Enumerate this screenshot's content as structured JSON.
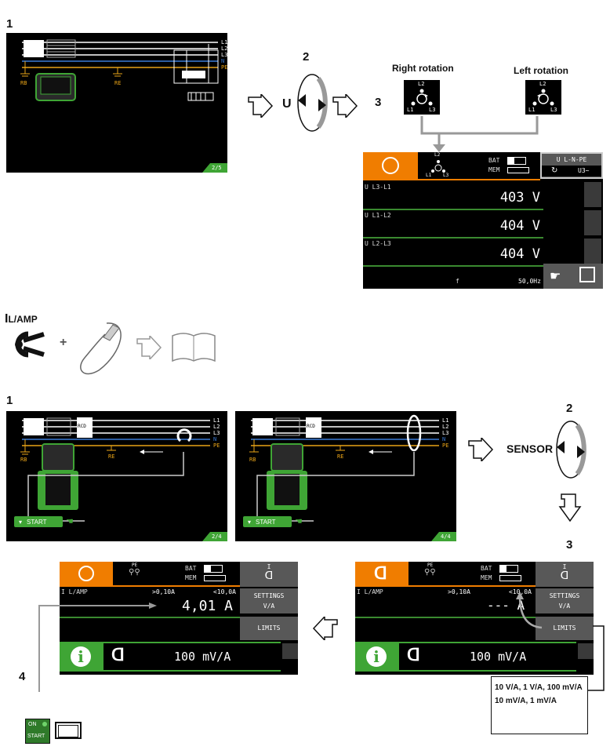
{
  "steps": {
    "s1_top": "1",
    "s2_top": "2",
    "s3_top": "3",
    "s1_bottom": "1",
    "s2_bottom": "2",
    "s3_bottom": "3",
    "s4_bottom": "4"
  },
  "diag1": {
    "lines": [
      "L1",
      "L2",
      "L3",
      "N",
      "PE"
    ],
    "rb": "RB",
    "re": "RE",
    "page": "2/5"
  },
  "rotary_top": {
    "label": "U"
  },
  "rotation": {
    "right_title": "Right rotation",
    "left_title": "Left rotation",
    "l1": "L1",
    "l2": "L2",
    "l3": "L3"
  },
  "voltage_screen": {
    "bat": "BAT",
    "mem": "MEM",
    "mode": "U L-N-PE",
    "mode_sub": "U3~",
    "l2": "L2",
    "l1": "L1",
    "l3": "L3",
    "rows": [
      {
        "label": "U L3-L1",
        "value": "403 V"
      },
      {
        "label": "U L1-L2",
        "value": "404 V"
      },
      {
        "label": "U L2-L3",
        "value": "404 V"
      }
    ],
    "f_label": "f",
    "freq": "50,0Hz"
  },
  "ilamp": {
    "title_main": "I",
    "title_sub": "L/AMP",
    "plus": "+"
  },
  "diag2": {
    "lines": [
      "L1",
      "L2",
      "L3",
      "N",
      "PE"
    ],
    "rb": "RB",
    "re": "RE",
    "rcd": "RCD",
    "start": "START",
    "page": "2/4"
  },
  "diag3": {
    "lines": [
      "L1",
      "L2",
      "L3",
      "N",
      "PE"
    ],
    "rb": "RB",
    "re": "RE",
    "rcd": "RCD",
    "start": "START",
    "page": "4/4"
  },
  "rotary_bottom": {
    "label": "SENSOR"
  },
  "screen_left": {
    "pe": "PE",
    "bat": "BAT",
    "mem": "MEM",
    "measure": "I L/AMP",
    "gt": ">0,10A",
    "lt": "<10,0A",
    "value": "4,01 A",
    "side_top": "I",
    "settings": "SETTINGS",
    "settings_sub": "V/A",
    "limits": "LIMITS",
    "ratio": "100 mV/A",
    "info": "i"
  },
  "screen_right": {
    "pe": "PE",
    "bat": "BAT",
    "mem": "MEM",
    "measure": "I L/AMP",
    "gt": ">0,10A",
    "lt": "<10,0A",
    "value": "--- A",
    "side_top": "I",
    "settings": "SETTINGS",
    "settings_sub": "V/A",
    "limits": "LIMITS",
    "ratio": "100 mV/A",
    "info": "i"
  },
  "options_box": {
    "line1": "10 V/A, 1 V/A, 100 mV/A",
    "line2": "10 mV/A, 1 mV/A"
  },
  "onstart": {
    "on": "ON",
    "start": "START"
  },
  "colors": {
    "green": "#3fa535",
    "orange": "#f07d00",
    "blue": "#3a7bd5",
    "pe": "#e8a317"
  }
}
